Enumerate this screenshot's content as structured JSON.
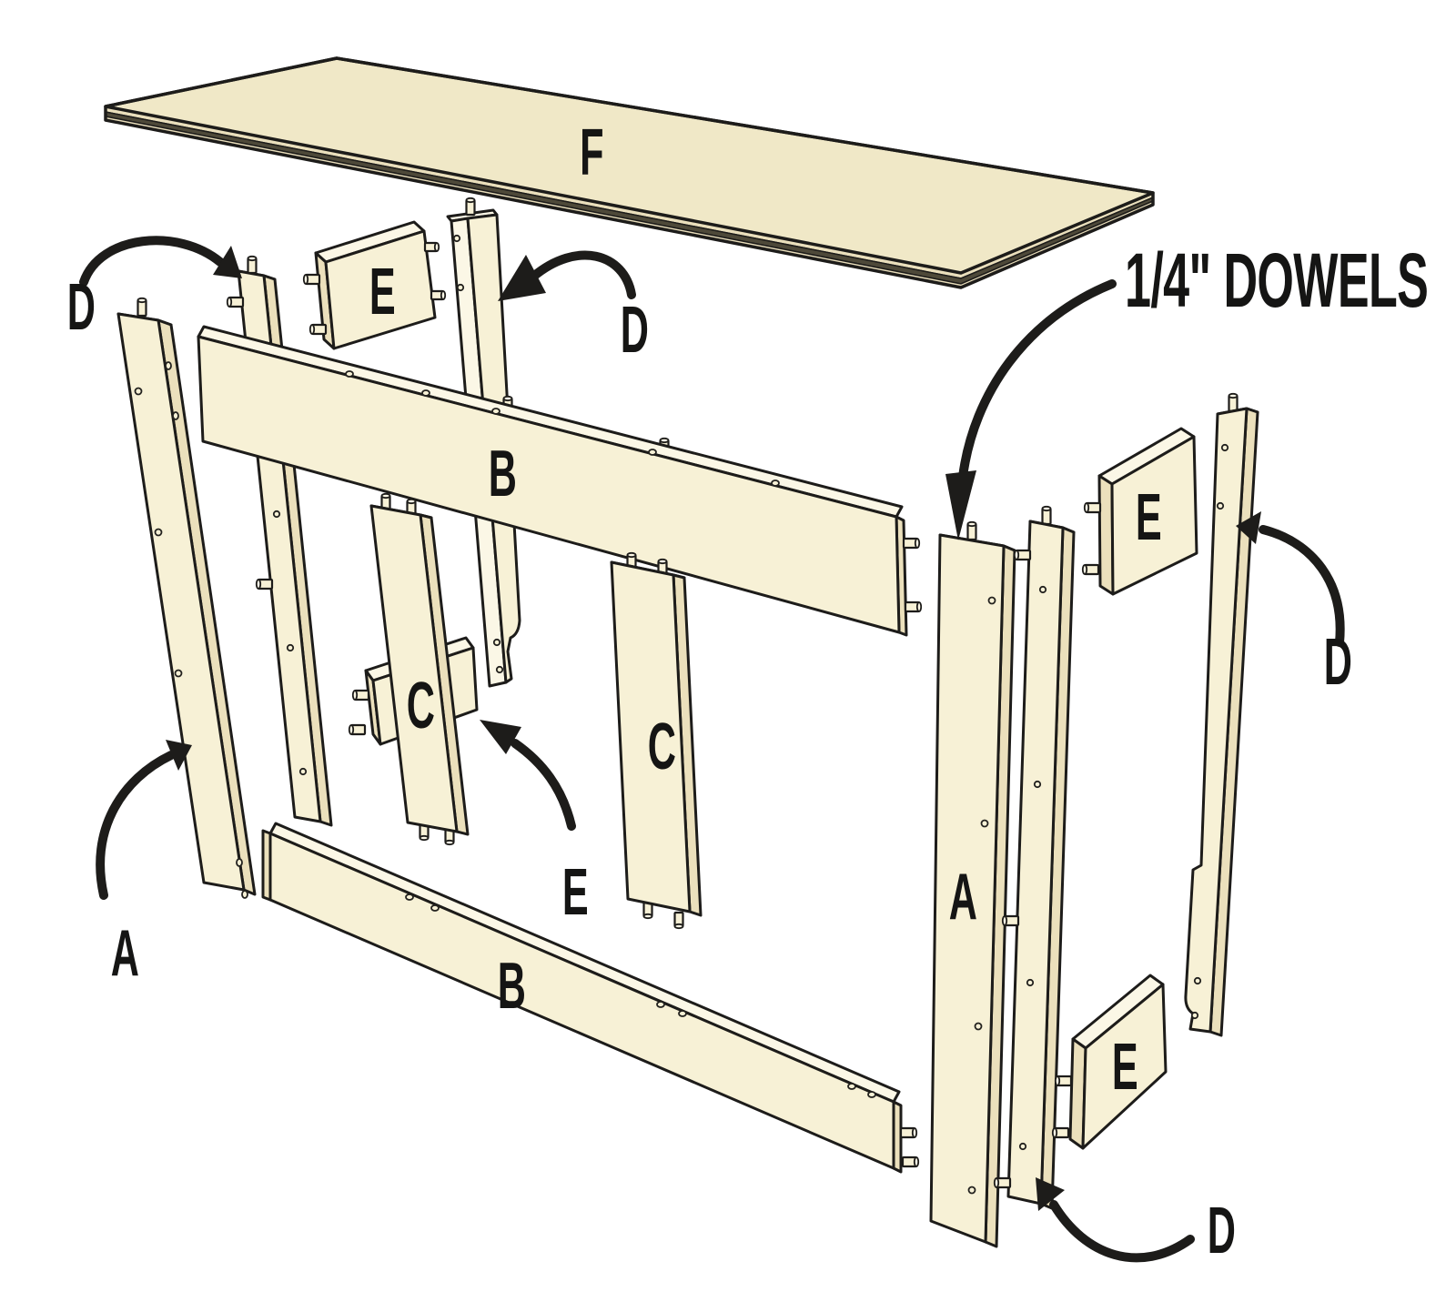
{
  "diagram": {
    "kind": "exploded-woodworking-assembly",
    "note": "1/4\" DOWELS",
    "labels": {
      "f": "F",
      "b_upper": "B",
      "b_lower": "B",
      "a_left": "A",
      "a_right": "A",
      "c_left": "C",
      "c_right": "C",
      "d_top_left": "D",
      "d_top_center": "D",
      "d_right": "D",
      "d_bottom_right": "D",
      "e_top_left": "E",
      "e_center": "E",
      "e_top_right": "E",
      "e_bottom_right": "E",
      "dowel_note": "1/4\" DOWELS"
    },
    "parts_visible": [
      {
        "letter": "A",
        "count": 2
      },
      {
        "letter": "B",
        "count": 2
      },
      {
        "letter": "C",
        "count": 2
      },
      {
        "letter": "D",
        "count": 4
      },
      {
        "letter": "E",
        "count": 4
      },
      {
        "letter": "F",
        "count": 1
      }
    ],
    "colors": {
      "wood_face": "#F7F1D6",
      "wood_top": "#FBF7E6",
      "wood_side": "#EBE0BC",
      "panel_top": "#F0E8C7",
      "edge_shadow": "#4E4939",
      "outline": "#1D1C1A",
      "label_text": "#151514",
      "background": "#FFFFFF"
    }
  }
}
